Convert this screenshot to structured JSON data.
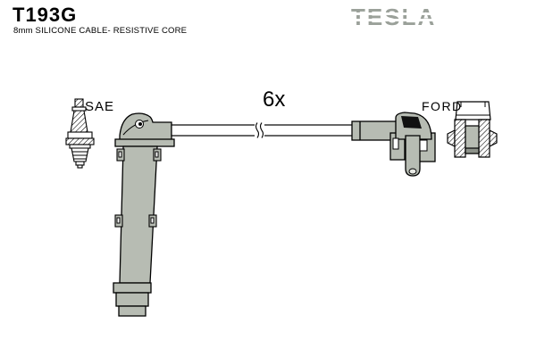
{
  "header": {
    "part_number": "T193G",
    "subtitle": "8mm SILICONE CABLE- RESISTIVE CORE",
    "brand_logo_text": "TESLA"
  },
  "diagram": {
    "labels": {
      "plug_standard": "SAE",
      "quantity": "6x",
      "connector_type": "FORD"
    },
    "illustrations": [
      {
        "name": "spark-plug-illustration",
        "meaning": "SAE spark plug side view"
      },
      {
        "name": "plug-boot-illustration",
        "meaning": "spark-plug-end boot with long shaft"
      },
      {
        "name": "cable-illustration",
        "meaning": "silicone cable with break mark"
      },
      {
        "name": "coil-boot-illustration",
        "meaning": "coil-end elbow boot"
      },
      {
        "name": "ford-connector-section-illustration",
        "meaning": "FORD connector cross-section"
      }
    ]
  },
  "colors": {
    "background": "#ffffff",
    "line": "#000000",
    "part_fill": "#b7bcb3",
    "part_fill_dark": "#8d928a",
    "logo_gray": "#9ba19a"
  }
}
